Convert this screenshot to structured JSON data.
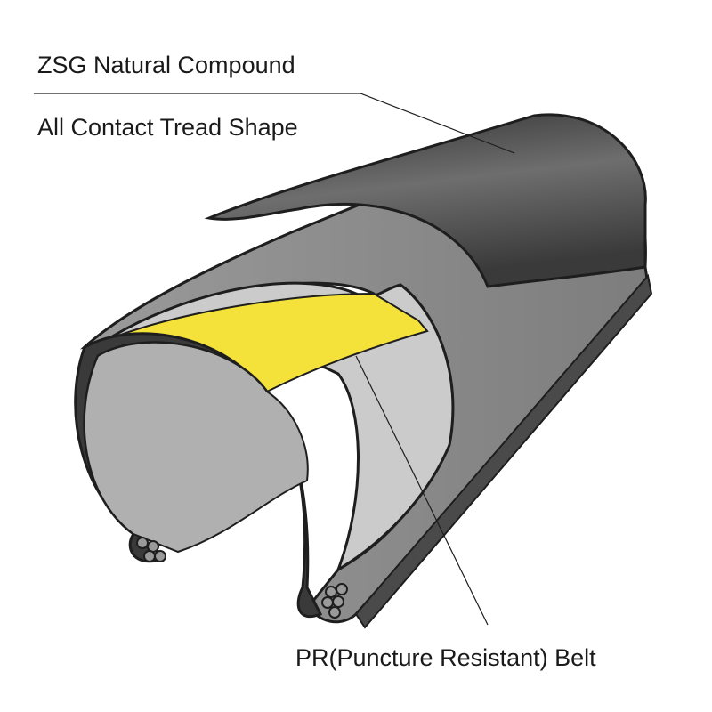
{
  "labels": {
    "compound": "ZSG Natural Compound",
    "tread": "All Contact Tread Shape",
    "belt": "PR(Puncture Resistant) Belt"
  },
  "colors": {
    "tread_dark": "#3a3a3a",
    "casing": "#8c8c8c",
    "inner": "#c9c9c9",
    "belt": "#f4e23a",
    "outline": "#1e1e1e"
  }
}
